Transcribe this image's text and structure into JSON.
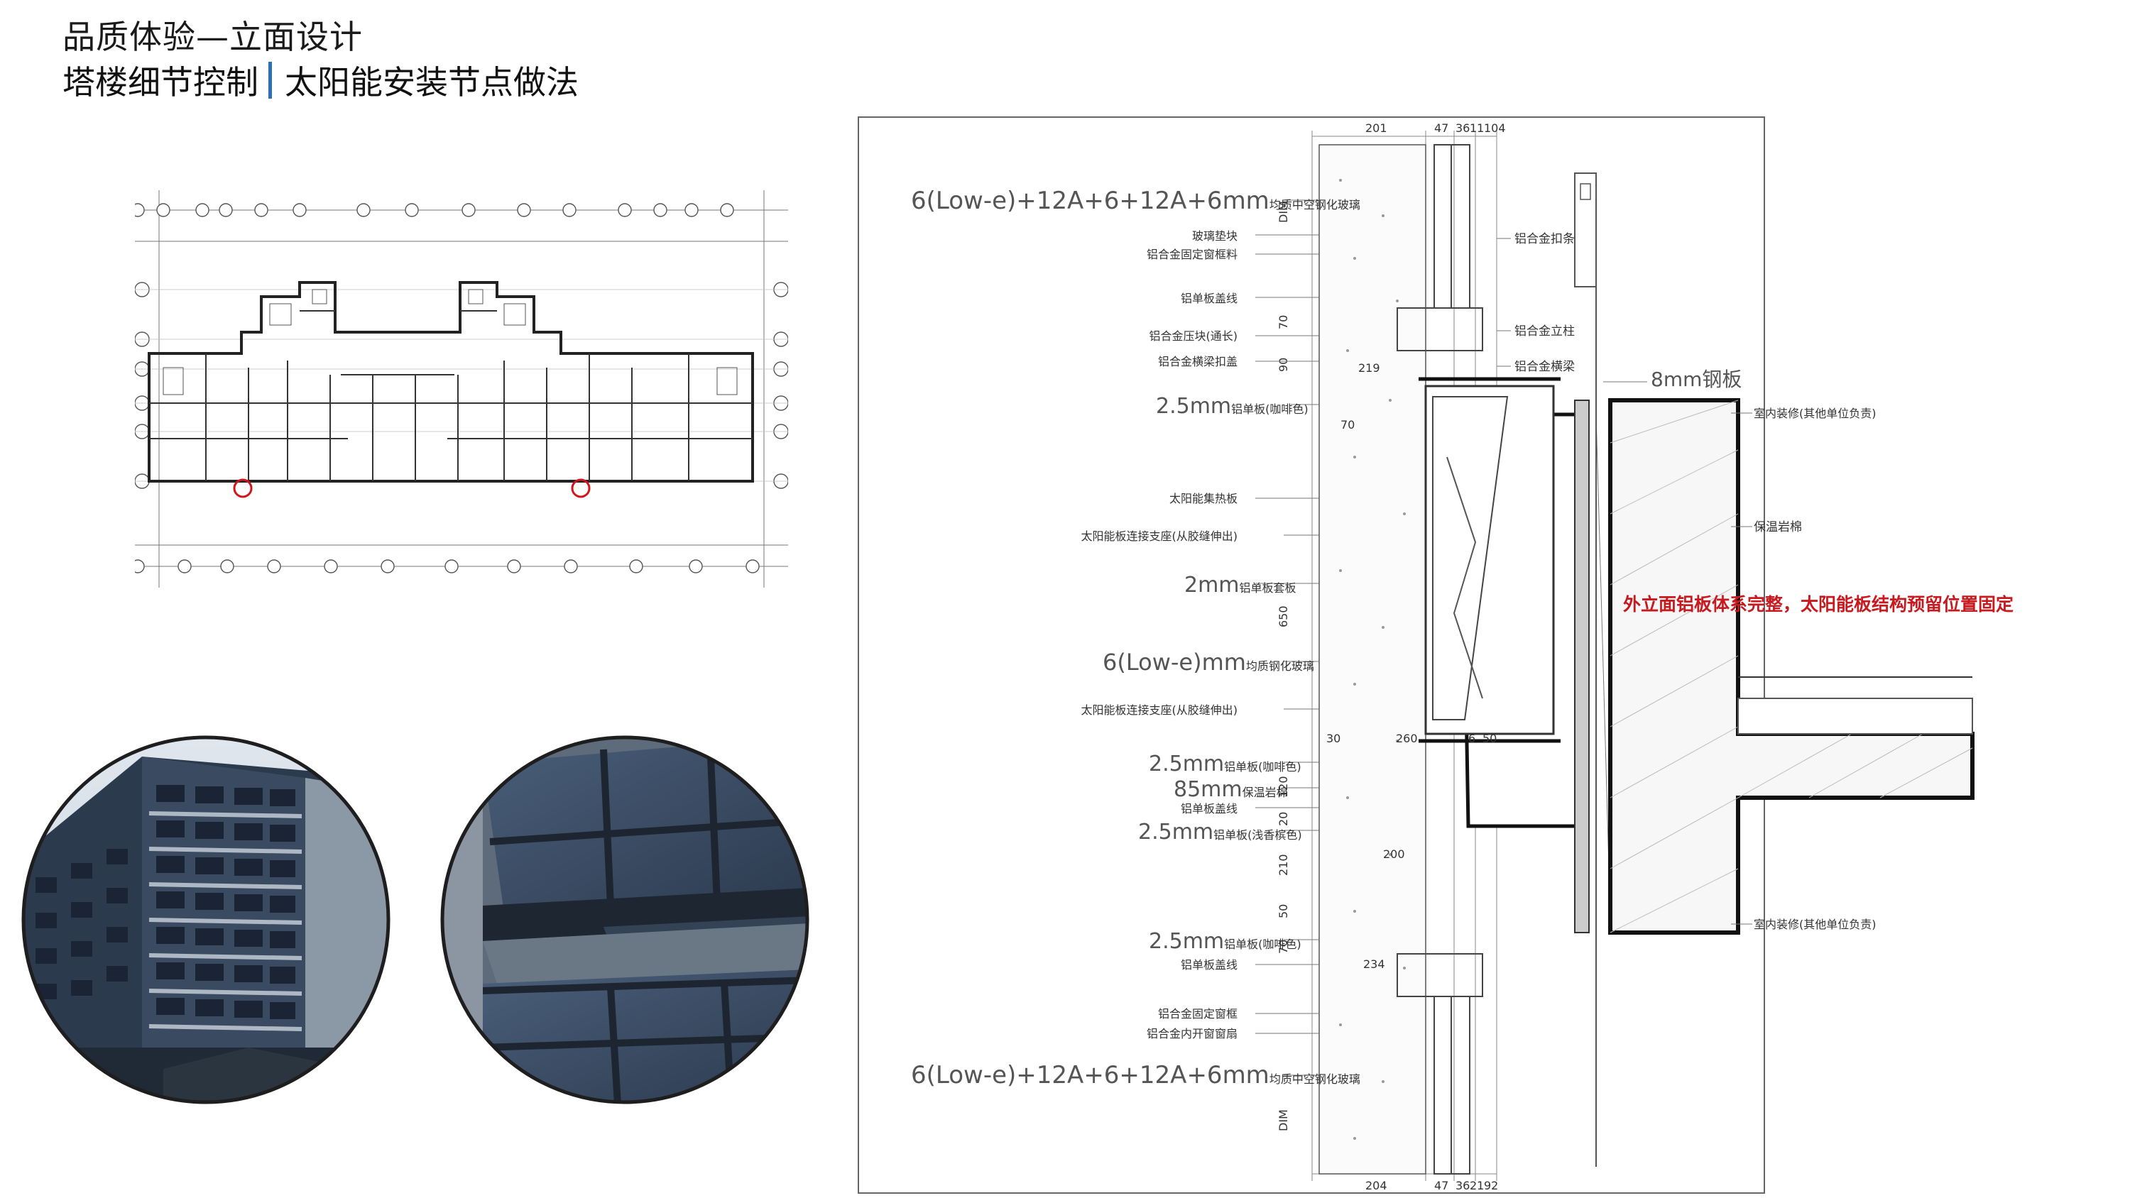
{
  "header": {
    "title": "品质体验—立面设计",
    "subtitle_left": "塔楼细节控制",
    "subtitle_right": "太阳能安装节点做法"
  },
  "plan": {
    "top_dims": [
      "201",
      "47",
      "36",
      "11",
      "104"
    ],
    "bottom_dims": [
      "204",
      "47",
      "36",
      "21",
      "92"
    ]
  },
  "section_labels": {
    "left": [
      {
        "big": "6(Low-e)+12A+6+12A+6mm",
        "small": "均质中空钢化玻璃"
      },
      {
        "big": "",
        "small": "玻璃垫块"
      },
      {
        "big": "",
        "small": "铝合金固定窗框料"
      },
      {
        "big": "",
        "small": "铝单板盖线"
      },
      {
        "big": "",
        "small": "铝合金压块(通长)"
      },
      {
        "big": "",
        "small": "铝合金横梁扣盖"
      },
      {
        "big": "2.5mm",
        "small": "铝单板(咖啡色)"
      },
      {
        "big": "",
        "small": "太阳能集热板"
      },
      {
        "big": "",
        "small": "太阳能板连接支座(从胶缝伸出)"
      },
      {
        "big": "2mm",
        "small": "铝单板套板"
      },
      {
        "big": "6(Low-e)mm",
        "small": "均质钢化玻璃"
      },
      {
        "big": "",
        "small": "太阳能板连接支座(从胶缝伸出)"
      },
      {
        "big": "2.5mm",
        "small": "铝单板(咖啡色)"
      },
      {
        "big": "85mm",
        "small": "保温岩棉"
      },
      {
        "big": "",
        "small": "铝单板盖线"
      },
      {
        "big": "2.5mm",
        "small": "铝单板(浅香槟色)"
      },
      {
        "big": "2.5mm",
        "small": "铝单板(咖啡色)"
      },
      {
        "big": "",
        "small": "铝单板盖线"
      },
      {
        "big": "",
        "small": "铝合金固定窗框"
      },
      {
        "big": "",
        "small": "铝合金内开窗窗扇"
      },
      {
        "big": "6(Low-e)+12A+6+12A+6mm",
        "small": "均质中空钢化玻璃"
      }
    ],
    "right": [
      {
        "text": "铝合金扣条"
      },
      {
        "text": "铝合金立柱"
      },
      {
        "text": "铝合金横梁"
      },
      {
        "text": "8mm钢板"
      },
      {
        "text": "室内装修(其他单位负责)"
      },
      {
        "text": "保温岩棉"
      },
      {
        "text": "室内装修(其他单位负责)"
      }
    ],
    "vertical_dims": [
      "DIM",
      "70",
      "90",
      "650",
      "120",
      "20",
      "210",
      "50",
      "70",
      "DIM"
    ],
    "inner_dims": [
      "219",
      "70",
      "30",
      "260",
      "6",
      "50",
      "200",
      "234"
    ],
    "note": "外立面铝板体系完整，太阳能板结构预留位置固定"
  },
  "colors": {
    "accent_bar": "#2f6fb5",
    "note_red": "#c8191f",
    "marker_red": "#d0161b"
  }
}
